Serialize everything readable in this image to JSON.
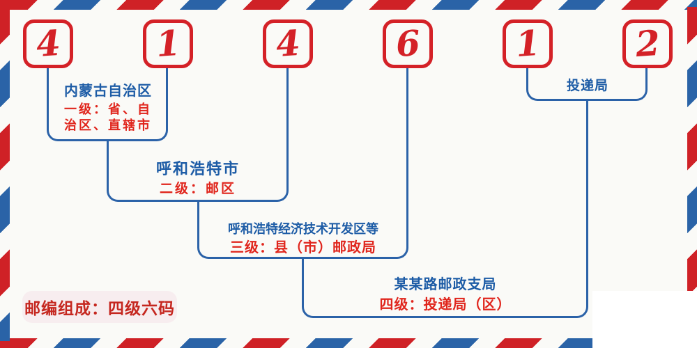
{
  "diagram": {
    "code_digits": [
      "4",
      "1",
      "4",
      "6",
      "1",
      "2"
    ],
    "levels": {
      "l1": {
        "name": "内蒙古自治区",
        "desc1": "一级：省、自",
        "desc2": "治区、直辖市"
      },
      "l2": {
        "name": "呼和浩特市",
        "desc": "二级：邮区"
      },
      "l3": {
        "name": "呼和浩特经济技术开发区等",
        "desc": "三级：县（市）邮政局"
      },
      "l4": {
        "name": "某某路邮政支局",
        "desc": "四级：投递局（区）"
      },
      "delivery": {
        "name": "投递局"
      }
    },
    "badge": "邮编组成：四级六码",
    "colors": {
      "box_red": "#d42127",
      "text_red": "#e0251c",
      "badge_red": "#c5271f",
      "text_blue": "#1d5ca6",
      "line_blue": "#2b62a8",
      "stripe_red": "#cf2126",
      "stripe_blue": "#2a63a7",
      "bg": "#fafaf7",
      "badge_bg": "#f7edef",
      "patch_white": "#ffffff"
    }
  }
}
